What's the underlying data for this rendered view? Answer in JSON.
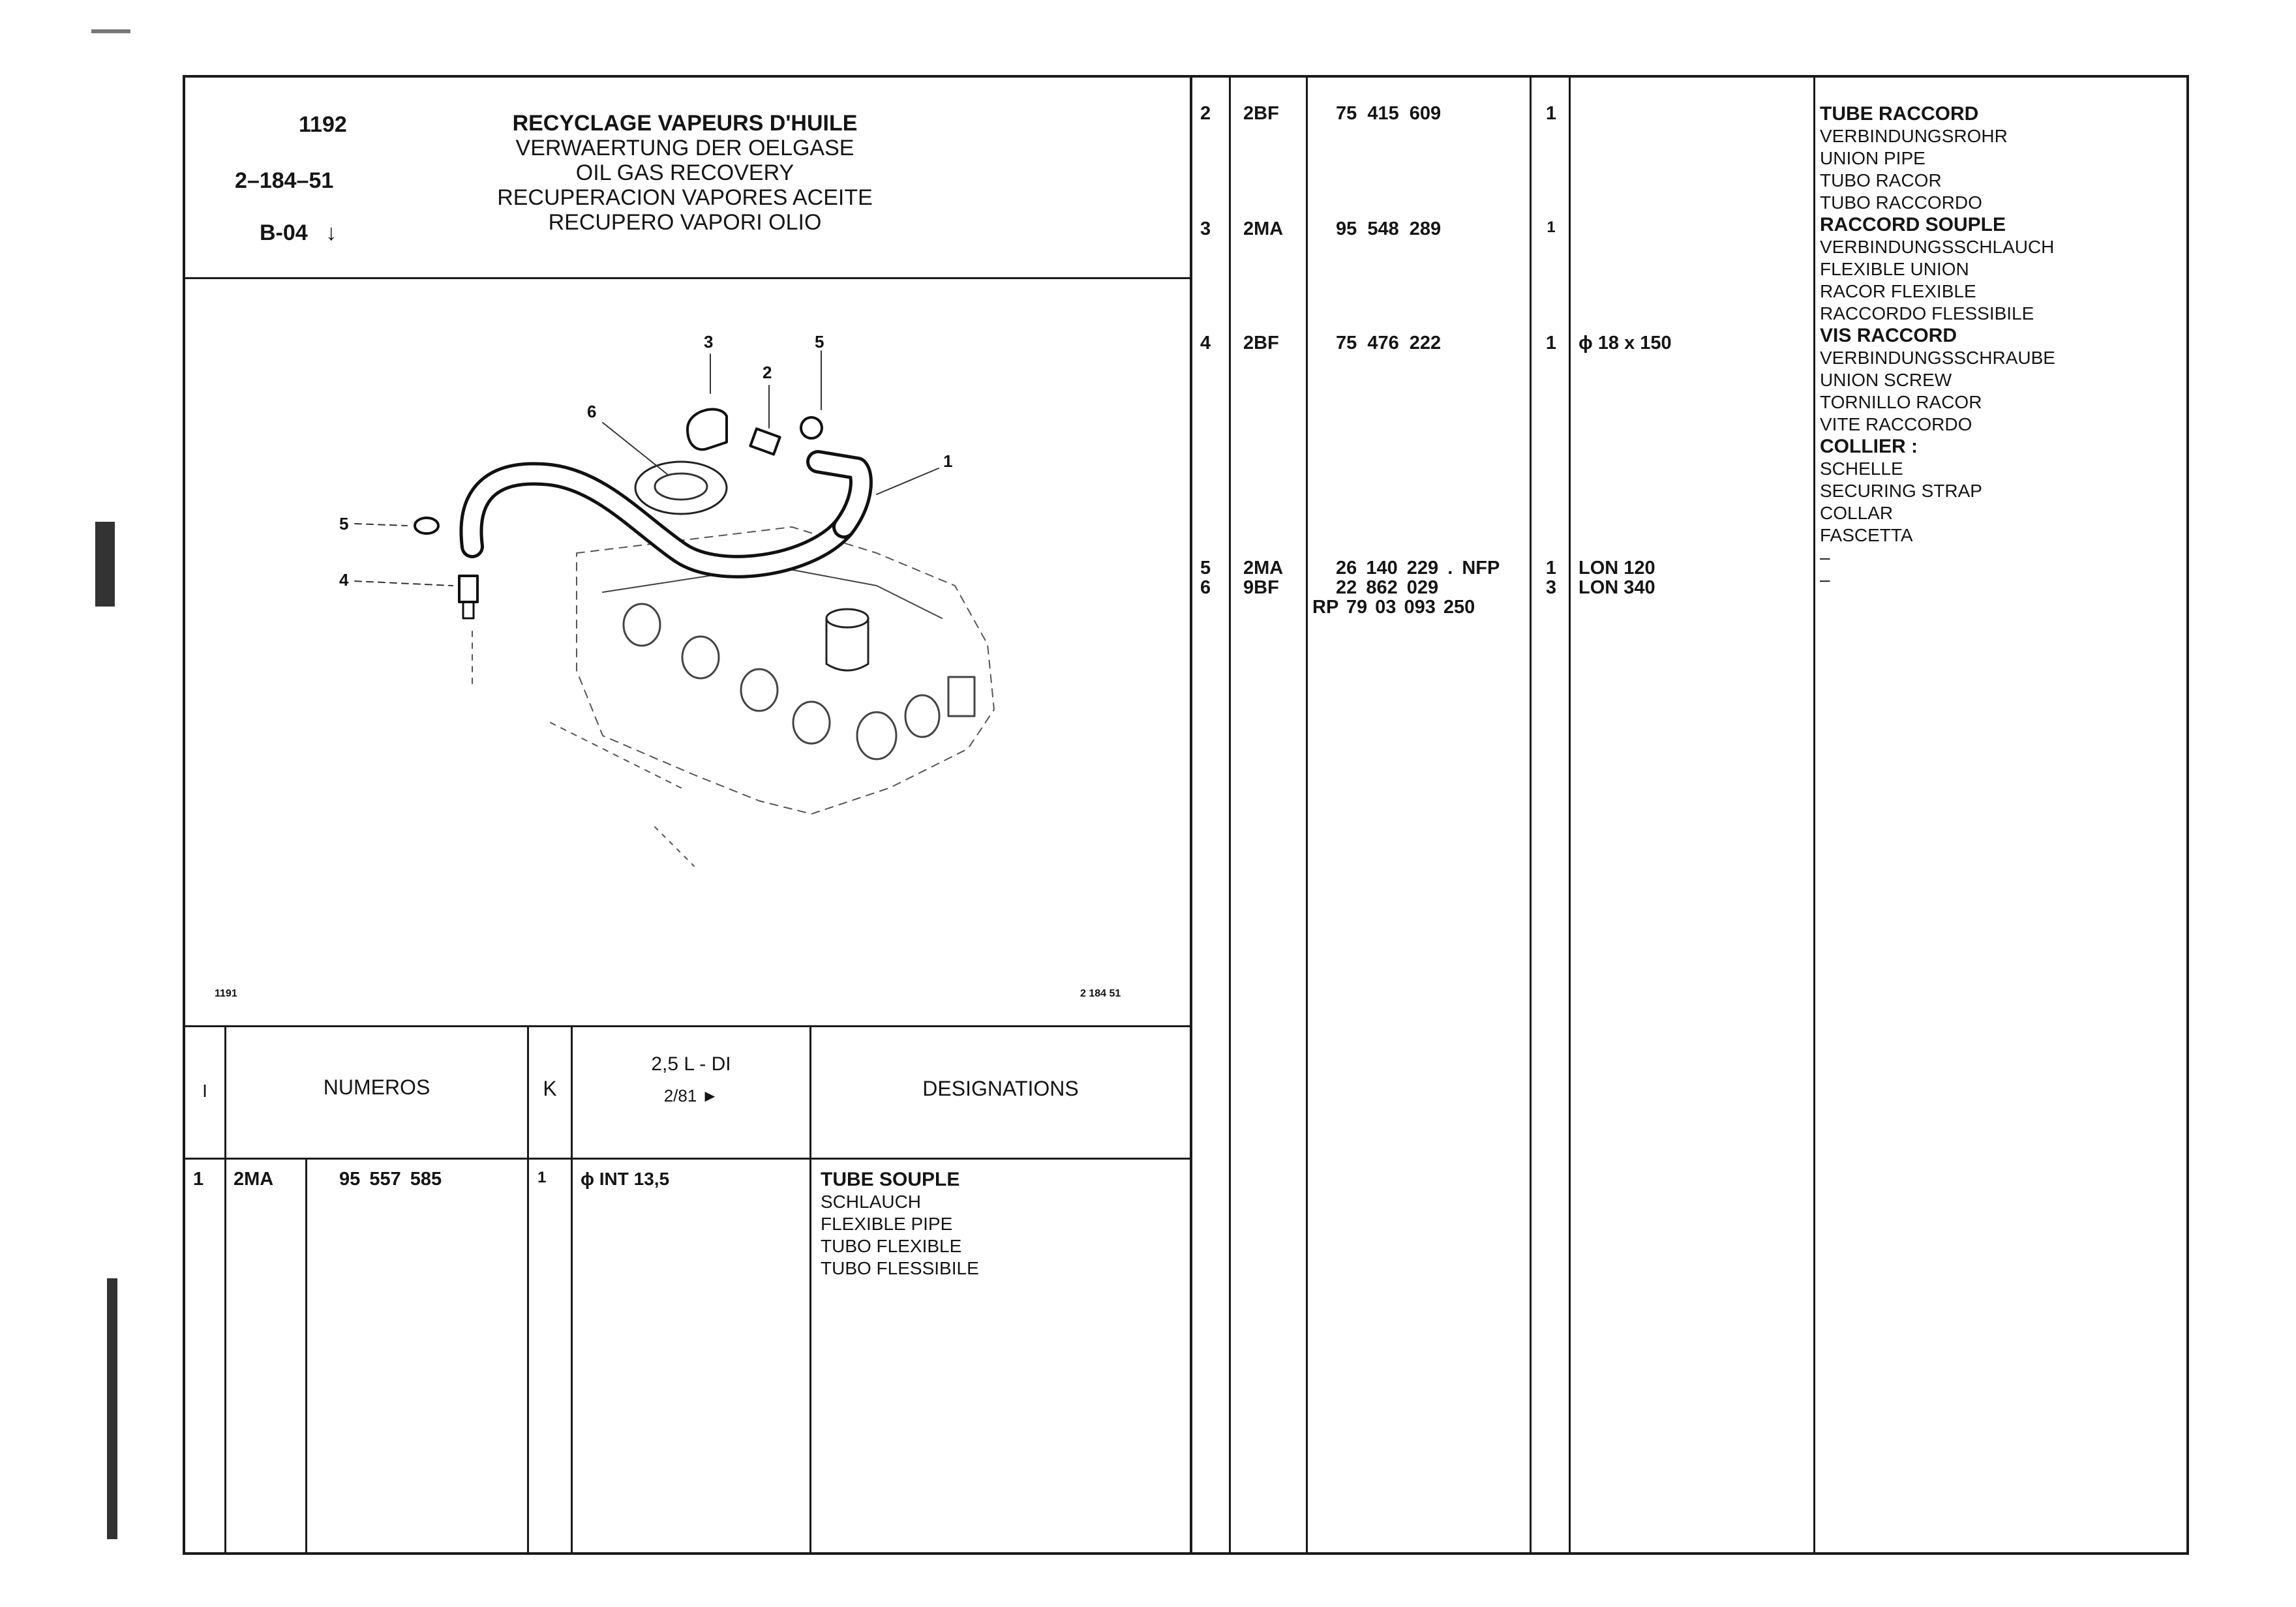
{
  "header": {
    "page_number": "1192",
    "reference": "2–184–51",
    "section": "B-04",
    "arrow": "↓",
    "titles": [
      "RECYCLAGE VAPEURS D'HUILE",
      "VERWAERTUNG DER OELGASE",
      "OIL GAS RECOVERY",
      "RECUPERACION VAPORES ACEITE",
      "RECUPERO VAPORI OLIO"
    ]
  },
  "figure": {
    "callouts": [
      "1",
      "2",
      "3",
      "4",
      "5",
      "5",
      "6"
    ],
    "prev_page": "1191",
    "figure_ref": "2 184 51"
  },
  "table_header": {
    "col_i": "I",
    "col_numeros": "NUMEROS",
    "col_k": "K",
    "col_model_line1": "2,5 L - DI",
    "col_model_line2": "2/81 ►",
    "col_designations": "DESIGNATIONS"
  },
  "left_rows": [
    {
      "item": "1",
      "code": "2MA",
      "number": "95 557 585",
      "qty": "1",
      "spec": "ϕ INT 13,5",
      "designations": [
        "TUBE SOUPLE",
        "SCHLAUCH",
        "FLEXIBLE PIPE",
        "TUBO FLEXIBLE",
        "TUBO FLESSIBILE"
      ]
    }
  ],
  "right_rows": [
    {
      "item": "2",
      "code": "2BF",
      "number": "75 415 609",
      "qty": "1",
      "spec": "",
      "designations": [
        "TUBE RACCORD",
        "VERBINDUNGSROHR",
        "UNION PIPE",
        "TUBO RACOR",
        "TUBO RACCORDO"
      ]
    },
    {
      "item": "3",
      "code": "2MA",
      "number": "95 548 289",
      "qty": "1",
      "spec": "",
      "designations": [
        "RACCORD SOUPLE",
        "VERBINDUNGSSCHLAUCH",
        "FLEXIBLE UNION",
        "RACOR FLEXIBLE",
        "RACCORDO FLESSIBILE"
      ]
    },
    {
      "item": "4",
      "code": "2BF",
      "number": "75 476 222",
      "qty": "1",
      "spec": "ϕ 18 x 150",
      "designations": [
        "VIS RACCORD",
        "VERBINDUNGSSCHRAUBE",
        "UNION SCREW",
        "TORNILLO RACOR",
        "VITE RACCORDO",
        "COLLIER :",
        "SCHELLE",
        "SECURING STRAP",
        "COLLAR",
        "FASCETTA"
      ]
    },
    {
      "item": "5",
      "code": "2MA",
      "number": "26 140 229 . NFP",
      "qty": "1",
      "spec": "LON 120",
      "designations": [
        "–"
      ]
    },
    {
      "item": "6",
      "code": "9BF",
      "number": "22 862 029",
      "number_alt": "RP 79 03 093 250",
      "qty": "3",
      "spec": "LON 340",
      "designations": [
        "–"
      ]
    }
  ]
}
